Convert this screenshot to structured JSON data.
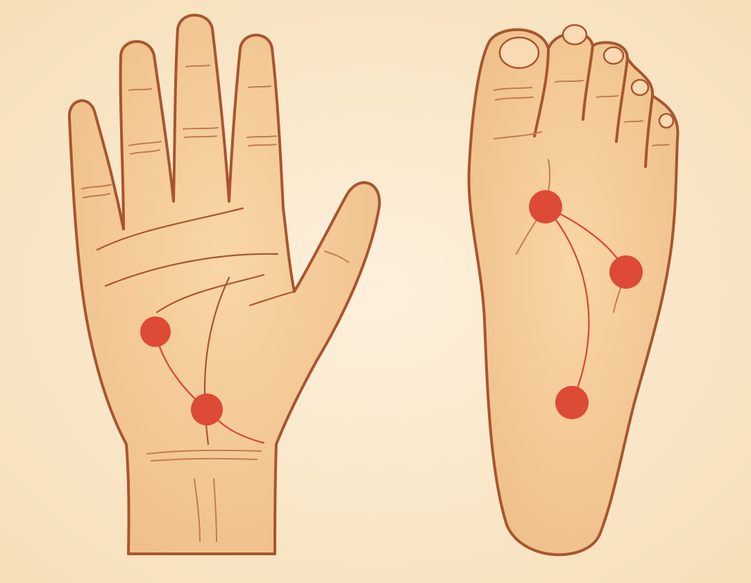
{
  "colors": {
    "background_edge": "#f6dfb8",
    "background_center": "#fdf0dc",
    "skin": "#f6cf9e",
    "skin_shadow": "#eab985",
    "outline": "#a9552f",
    "crease": "#c27b52",
    "point": "#dd4a35",
    "meridian": "#d8452f"
  },
  "figures": [
    {
      "name": "hand",
      "view": "palm",
      "points": 2
    },
    {
      "name": "foot",
      "view": "sole",
      "points": 3
    }
  ]
}
